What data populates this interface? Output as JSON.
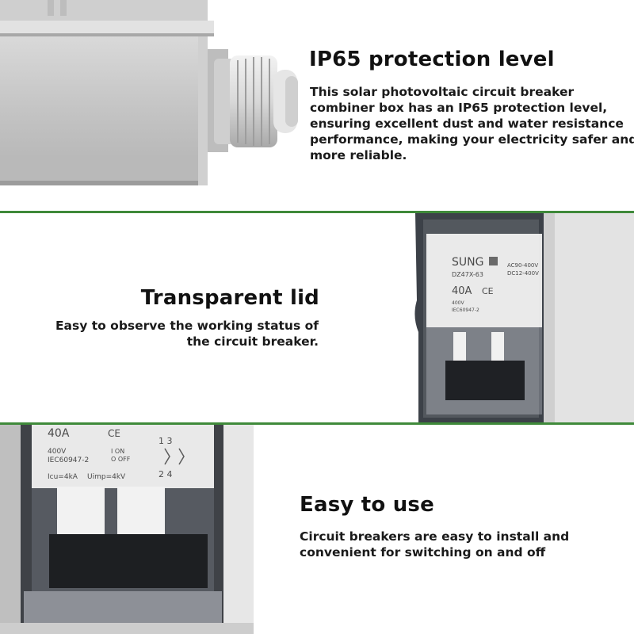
{
  "sections": [
    {
      "heading": "IP65 protection level",
      "lines": [
        "This solar photovoltaic circuit breaker",
        "combiner box has an IP65 protection level,",
        "ensuring excellent dust and water resistance",
        "performance, making your electricity safer and",
        "more reliable."
      ]
    },
    {
      "heading": "Transparent lid",
      "lines": [
        "Easy to observe the working status of",
        "the circuit breaker."
      ]
    },
    {
      "heading": "Easy to use",
      "lines": [
        "Circuit breakers are easy to install and",
        "convenient for switching on and off"
      ]
    }
  ],
  "breaker_labels": {
    "brand": "SUNG",
    "model": "DZ47X-63",
    "rating": "40A",
    "ce": "CE",
    "voltage": "400V",
    "standard": "IEC60947-2",
    "on": "I ON",
    "off": "O OFF",
    "ac_rating": "AC90-400V",
    "dc_rating": "DC12-400V",
    "terminals_top": "1  3",
    "terminals_bottom": "2  4",
    "icu": "Icu=4kA",
    "uimp": "Uimp=4kV"
  },
  "colors": {
    "divider": "#3f8a3a",
    "enclosure_gray": "#d6d6d6",
    "text": "#111111"
  }
}
